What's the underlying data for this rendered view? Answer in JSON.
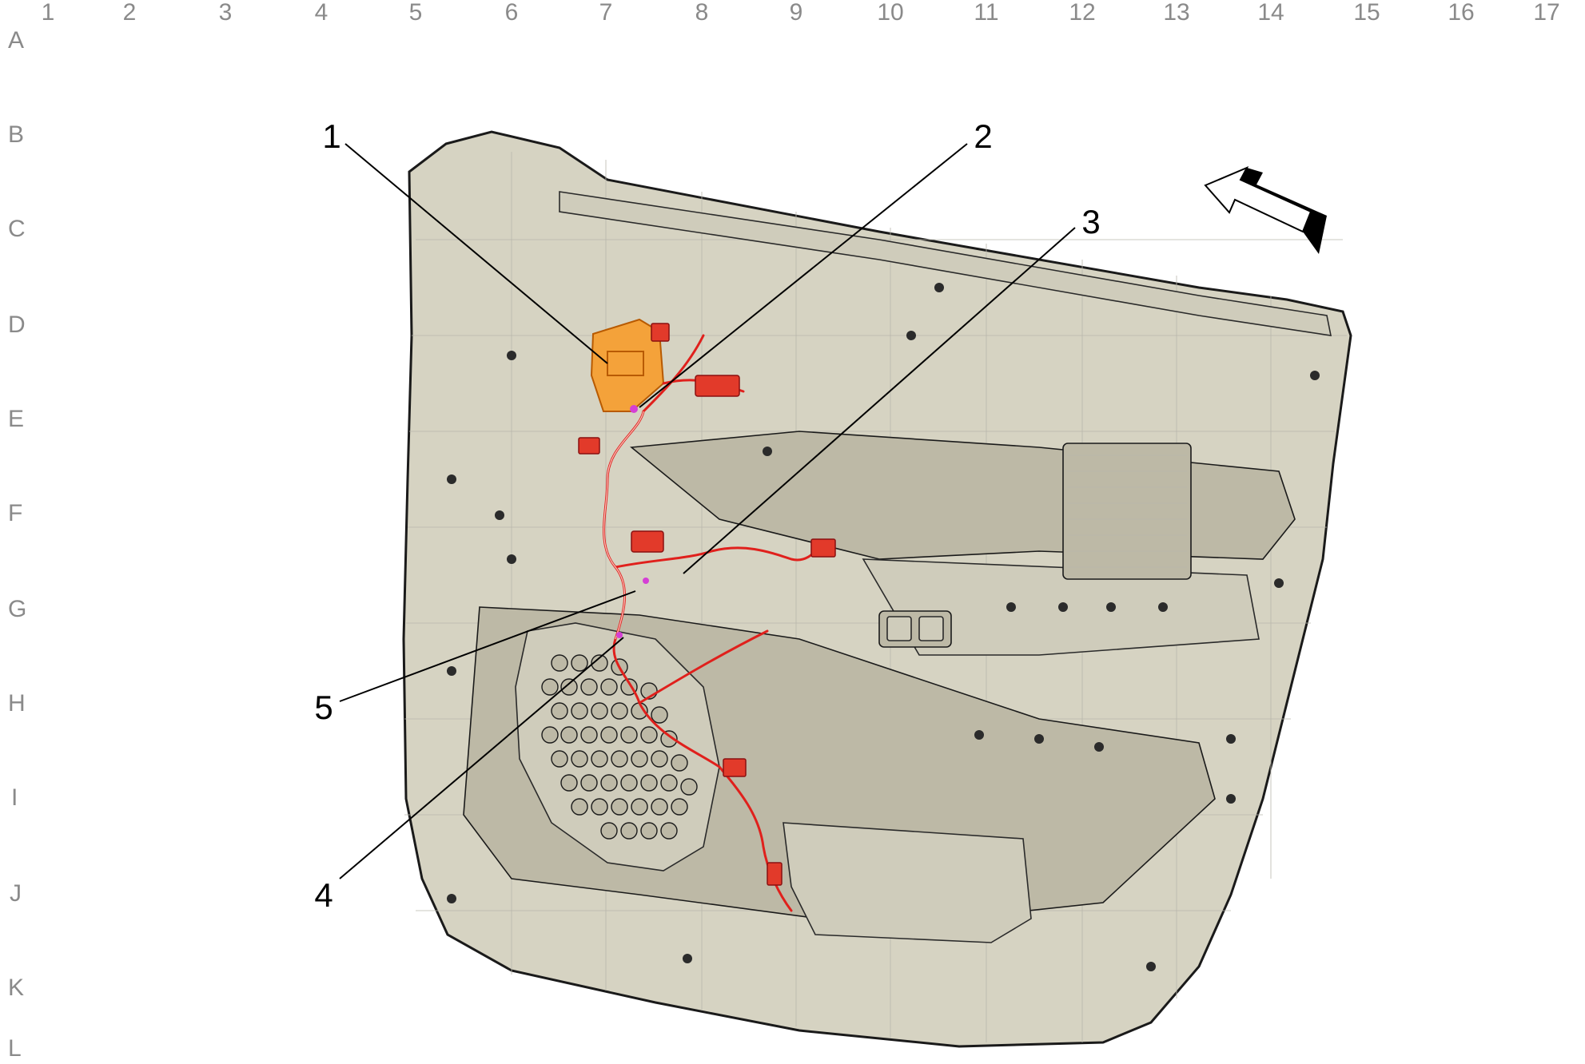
{
  "grid": {
    "columns": [
      "1",
      "2",
      "3",
      "4",
      "5",
      "6",
      "7",
      "8",
      "9",
      "10",
      "11",
      "12",
      "13",
      "14",
      "15",
      "16",
      "17"
    ],
    "rows": [
      "A",
      "B",
      "C",
      "D",
      "E",
      "F",
      "G",
      "H",
      "I",
      "J",
      "K",
      "L"
    ]
  },
  "callouts": [
    {
      "id": "callout-1",
      "label": "1"
    },
    {
      "id": "callout-2",
      "label": "2"
    },
    {
      "id": "callout-3",
      "label": "3"
    },
    {
      "id": "callout-4",
      "label": "4"
    },
    {
      "id": "callout-5",
      "label": "5"
    }
  ],
  "colors": {
    "panel": "#d6d3c2",
    "harness": "#e0201c",
    "module": "#f4a23a",
    "grid_label": "#8a8a8a"
  },
  "icons": {
    "orientation": "forward-arrow-icon"
  }
}
